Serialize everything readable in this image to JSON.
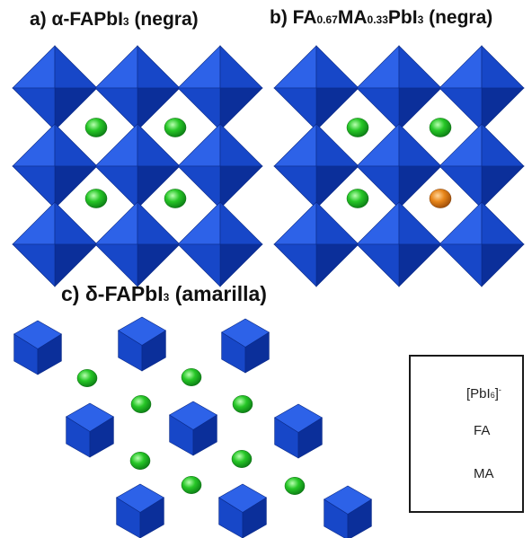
{
  "panels": {
    "a": {
      "prefix": "a) α-FAPbI",
      "subscript": "3",
      "suffix": " (negra)"
    },
    "b": {
      "part1": "b) FA",
      "sub1": "0.67",
      "part2": "MA",
      "sub2": "0.33",
      "part3": "PbI",
      "sub3": "3",
      "suffix": " (negra)"
    },
    "c": {
      "prefix": "c) δ-FAPbI",
      "subscript": "3",
      "suffix": " (amarilla)"
    }
  },
  "legend": {
    "octahedron_label": "[PbI",
    "octahedron_sub": "6",
    "octahedron_sup": "]",
    "fa_label": "FA",
    "ma_label": "MA"
  },
  "colors": {
    "octahedron_dark": "#0b2f9a",
    "octahedron_mid": "#1747c8",
    "octahedron_light": "#2d62e8",
    "fa": "#27c727",
    "ma": "#e8861a"
  },
  "icons": {
    "octahedron": "pbi6-octahedron-icon",
    "fa": "fa-cation-sphere",
    "ma": "ma-cation-sphere"
  }
}
